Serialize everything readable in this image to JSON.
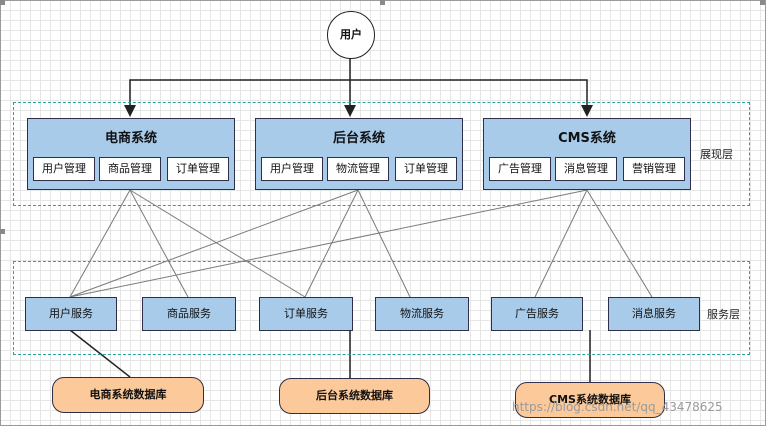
{
  "user": {
    "label": "用户"
  },
  "presentation_layer": {
    "label": "展现层",
    "systems": [
      {
        "title": "电商系统",
        "modules": [
          "用户管理",
          "商品管理",
          "订单管理"
        ]
      },
      {
        "title": "后台系统",
        "modules": [
          "用户管理",
          "物流管理",
          "订单管理"
        ]
      },
      {
        "title": "CMS系统",
        "modules": [
          "广告管理",
          "消息管理",
          "营销管理"
        ]
      }
    ]
  },
  "service_layer": {
    "label": "服务层",
    "services": [
      "用户服务",
      "商品服务",
      "订单服务",
      "物流服务",
      "广告服务",
      "消息服务"
    ]
  },
  "databases": [
    "电商系统数据库",
    "后台系统数据库",
    "CMS系统数据库"
  ],
  "watermark": "https://blog.csdn.net/qq_43478625"
}
